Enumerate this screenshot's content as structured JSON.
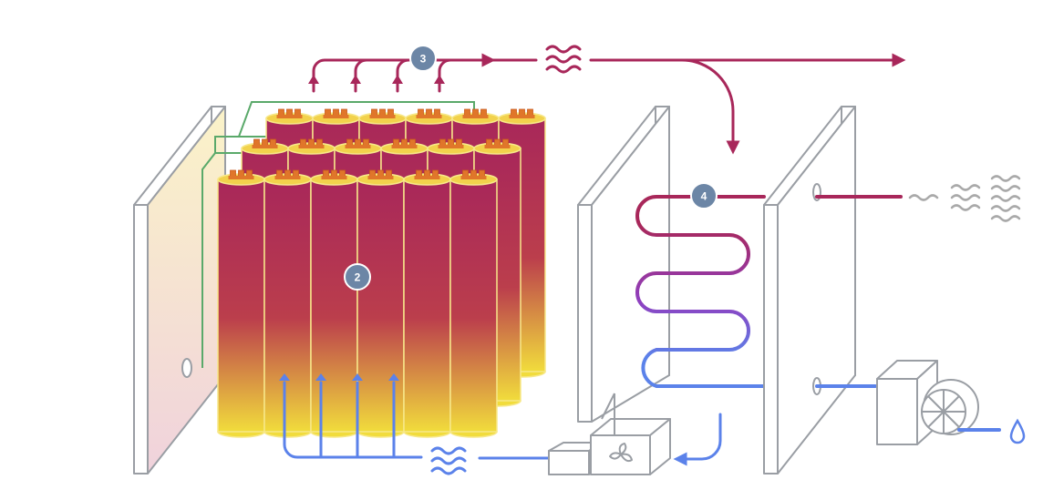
{
  "diagram": {
    "badges": [
      {
        "id": "badge-2",
        "label": "2"
      },
      {
        "id": "badge-3",
        "label": "3"
      },
      {
        "id": "badge-4",
        "label": "4"
      }
    ],
    "colors": {
      "hot_line": "#a8275a",
      "cool_line": "#5b82ea",
      "mid_line": "#8f3fbf",
      "panel_stroke": "#9a9ea4",
      "badge_fill": "#6c86a6",
      "cell_top": "#a8275a",
      "cell_bottom": "#f1dc3c",
      "terminal": "#e0762a",
      "wiring": "#5aa96a",
      "panel_warm": "#fbf3c8",
      "panel_pink": "#f0d2dc",
      "steam_gray": "#a9a9a9"
    },
    "icons": [
      "heat-wave-icon",
      "cool-water-wave-icon",
      "fan-icon",
      "water-drop-icon",
      "exhaust-wave-icon",
      "arrow-icon"
    ]
  }
}
